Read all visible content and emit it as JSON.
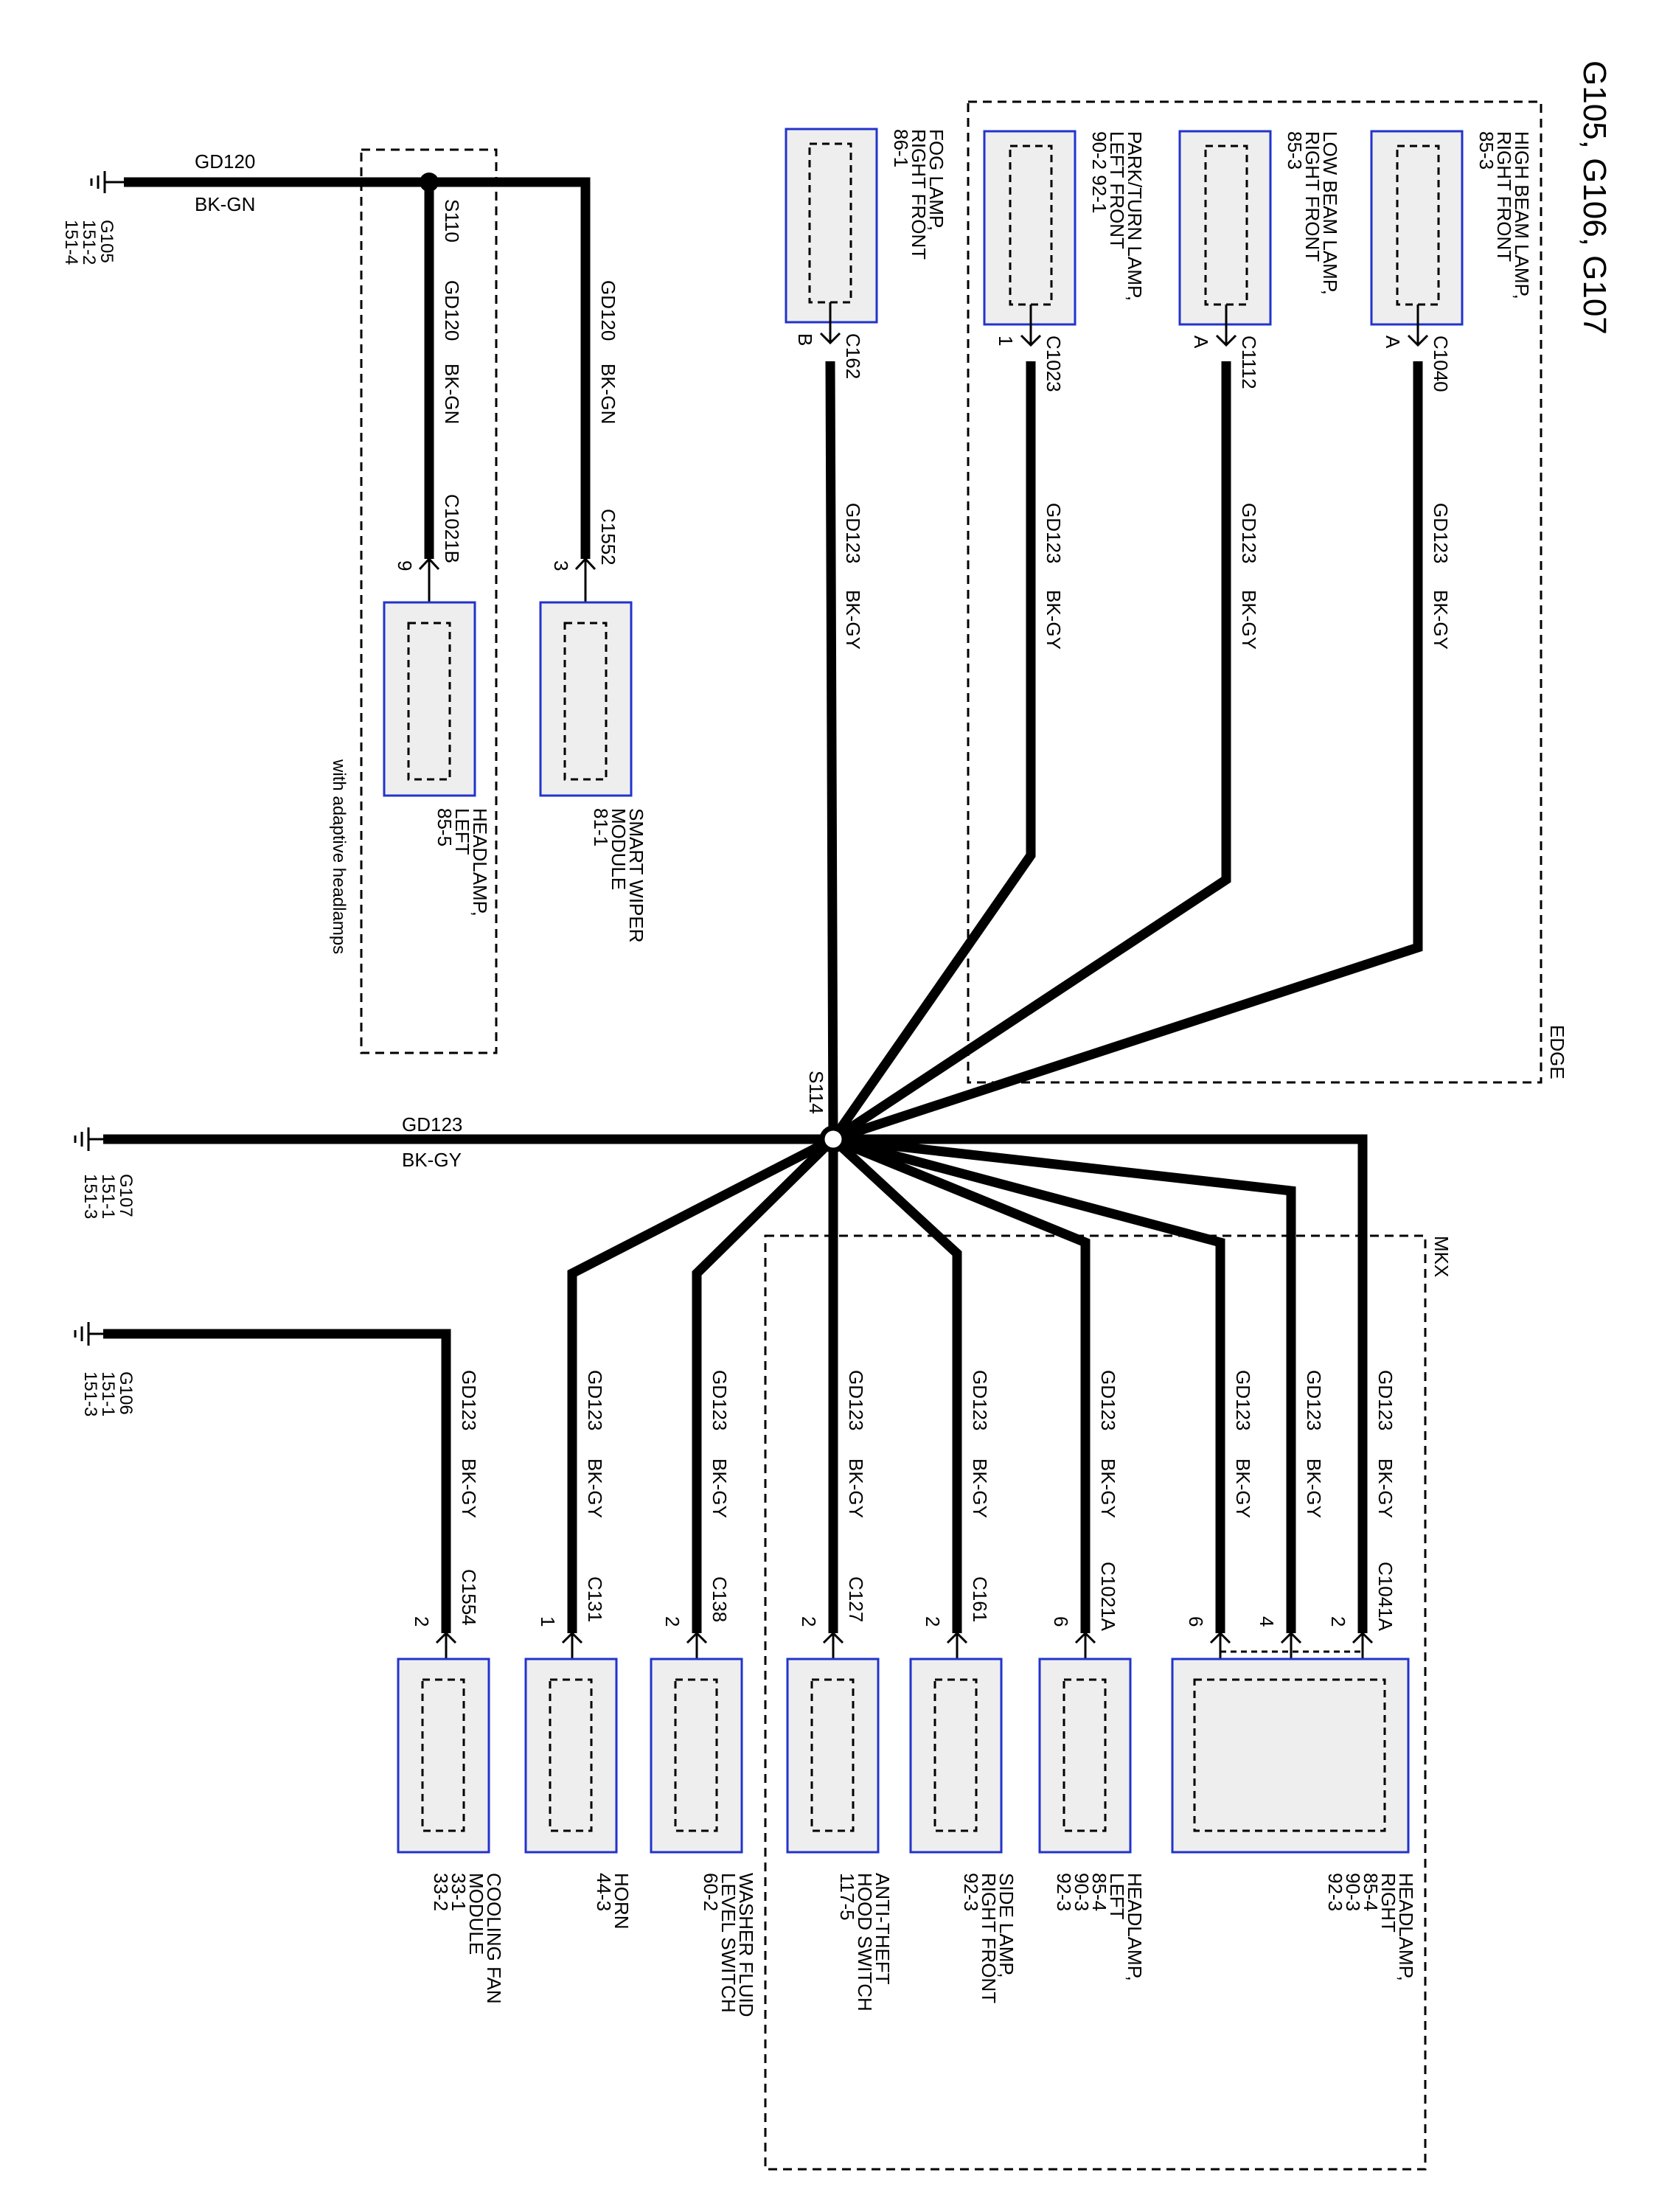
{
  "title": "G105, G106, G107",
  "regions": {
    "edge": "EDGE",
    "mkx": "MKX",
    "adaptive": "with adaptive headlamps"
  },
  "grounds": {
    "g105": {
      "name": "G105",
      "refs": [
        "151-2",
        "151-4"
      ]
    },
    "g107": {
      "name": "G107",
      "refs": [
        "151-1",
        "151-3"
      ]
    },
    "g106": {
      "name": "G106",
      "refs": [
        "151-1",
        "151-3"
      ]
    }
  },
  "splices": {
    "s110": "S110",
    "s114": "S114"
  },
  "wires": {
    "gd120": "GD120",
    "bkgn": "BK-GN",
    "gd123": "GD123",
    "bkgy": "BK-GY"
  },
  "components": {
    "high_beam": {
      "lines": [
        "HIGH BEAM LAMP,",
        "RIGHT FRONT",
        "85-3"
      ],
      "connector": "C1040",
      "pin": "A"
    },
    "low_beam": {
      "lines": [
        "LOW BEAM LAMP,",
        "RIGHT FRONT",
        "85-3"
      ],
      "connector": "C1112",
      "pin": "A"
    },
    "park_turn": {
      "lines": [
        "PARK/TURN LAMP,",
        "LEFT FRONT",
        "90-2    92-1"
      ],
      "connector": "C1023",
      "pin": "1"
    },
    "fog_lamp": {
      "lines": [
        "FOG LAMP,",
        "RIGHT FRONT",
        "86-1"
      ],
      "connector": "C162",
      "pin": "B"
    },
    "smart_wiper": {
      "lines": [
        "SMART WIPER",
        "MODULE",
        "81-1"
      ],
      "connector": "C1552",
      "pin": "3"
    },
    "headlamp_left_adaptive": {
      "lines": [
        "HEADLAMP,",
        "LEFT",
        "85-5"
      ],
      "connector": "C1021B",
      "pin": "9"
    },
    "headlamp_right": {
      "lines": [
        "HEADLAMP,",
        "RIGHT",
        "85-4",
        "90-3",
        "92-3"
      ],
      "connector": "C1041A",
      "pins": [
        "2",
        "4",
        "6"
      ]
    },
    "headlamp_left": {
      "lines": [
        "HEADLAMP,",
        "LEFT",
        "85-4",
        "90-3",
        "92-3"
      ],
      "connector": "C1021A",
      "pin": "6"
    },
    "side_lamp": {
      "lines": [
        "SIDE LAMP,",
        "RIGHT FRONT",
        "92-3"
      ],
      "connector": "C161",
      "pin": "2"
    },
    "anti_theft": {
      "lines": [
        "ANTI-THEFT",
        "HOOD SWITCH",
        "117-5"
      ],
      "connector": "C127",
      "pin": "2"
    },
    "washer_fluid": {
      "lines": [
        "WASHER FLUID",
        "LEVEL SWITCH",
        "60-2"
      ],
      "connector": "C138",
      "pin": "2"
    },
    "horn": {
      "lines": [
        "HORN",
        "44-3"
      ],
      "connector": "C131",
      "pin": "1"
    },
    "cooling_fan": {
      "lines": [
        "COOLING FAN",
        "MODULE",
        "33-1",
        "33-2"
      ],
      "connector": "C1554",
      "pin": "2"
    }
  }
}
